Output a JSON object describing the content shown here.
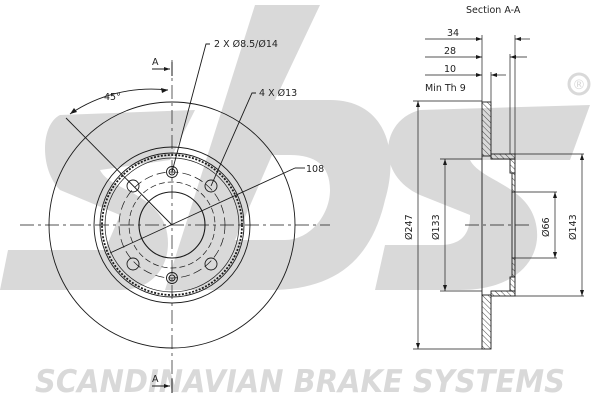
{
  "drawing": {
    "section_title": "Section A-A",
    "section_marker": "A",
    "front_view": {
      "angle_label": "45°",
      "callouts": {
        "small_holes": "2 X Ø8.5/Ø14",
        "large_holes": "4 X Ø13",
        "pcd_leader": "108"
      }
    },
    "section_view": {
      "dimensions": {
        "overall_height": "34",
        "hat_height": "28",
        "disc_thickness": "10",
        "min_thickness": "Min Th 9",
        "outer_diameter": "Ø247",
        "hat_inner_diameter": "Ø133",
        "center_bore": "Ø66",
        "hat_outer_diameter": "Ø143"
      }
    }
  },
  "watermark": {
    "logo": "sbs",
    "registered_mark": "®",
    "brand_text": "SCANDINAVIAN BRAKE SYSTEMS",
    "color": "#d9d9d9"
  },
  "colors": {
    "line": "#1a1a1a",
    "watermark": "#d9d9d9",
    "background": "#ffffff"
  }
}
